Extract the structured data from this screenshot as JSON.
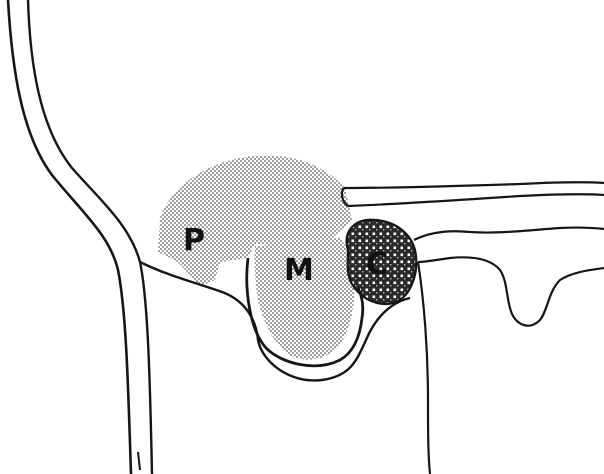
{
  "figure": {
    "labels": {
      "p": "P",
      "m": "M",
      "c": "C"
    },
    "colors": {
      "line": "#161616",
      "dot_fill": "#555555",
      "background": "#ffffff"
    }
  }
}
